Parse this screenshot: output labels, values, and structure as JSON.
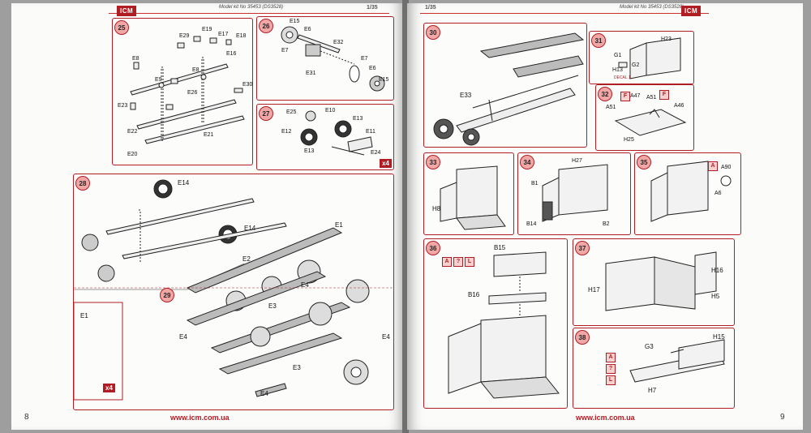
{
  "left_page": {
    "logo": "ICM",
    "model_text": "Model kit No 35453 (DS3528)",
    "scale": "1/35",
    "page_number": "8",
    "url": "www.icm.com.ua",
    "steps": {
      "s25": {
        "num": "25",
        "labels": [
          "E29",
          "E19",
          "E17",
          "E18",
          "E8",
          "E16",
          "E9",
          "E8",
          "E23",
          "E26",
          "E30",
          "E22",
          "E21",
          "E20"
        ]
      },
      "s26": {
        "num": "26",
        "labels": [
          "E15",
          "E6",
          "E32",
          "E7",
          "E31",
          "E7",
          "E6",
          "E15"
        ]
      },
      "s27": {
        "num": "27",
        "labels": [
          "E25",
          "E10",
          "E13",
          "E12",
          "E11",
          "E13",
          "E24"
        ],
        "qty": "x4"
      },
      "s28": {
        "num": "28",
        "labels": [
          "E14",
          "E14"
        ]
      },
      "s29": {
        "num": "29",
        "labels": [
          "E1",
          "E2",
          "E4",
          "E4",
          "E3",
          "E4",
          "E3",
          "E4",
          "E1"
        ],
        "qty": "x4"
      }
    }
  },
  "right_page": {
    "logo": "ICM",
    "model_text": "Model kit No 35453 (DS3528)",
    "scale": "1/35",
    "page_number": "9",
    "url": "www.icm.com.ua",
    "steps": {
      "s30": {
        "num": "30",
        "labels": [
          "E33"
        ]
      },
      "s31a": {
        "num": "31",
        "labels": [
          "H23",
          "G1",
          "H13",
          "G2"
        ],
        "decal": "DECAL 1"
      },
      "s32": {
        "num": "32",
        "labels": [
          "A51",
          "A47",
          "A51",
          "A46",
          "H25"
        ]
      },
      "s33": {
        "num": "33",
        "labels": [
          "H8"
        ]
      },
      "s34": {
        "num": "34",
        "labels": [
          "H27",
          "B1",
          "B14",
          "B2"
        ]
      },
      "s35": {
        "num": "35",
        "labels": [
          "A90",
          "A6"
        ]
      },
      "s36": {
        "num": "36",
        "labels": [
          "B15",
          "B16"
        ]
      },
      "s37": {
        "num": "37",
        "labels": [
          "H16",
          "H17",
          "H5"
        ]
      },
      "s38": {
        "num": "38",
        "labels": [
          "G3",
          "H15",
          "H7"
        ]
      }
    }
  }
}
